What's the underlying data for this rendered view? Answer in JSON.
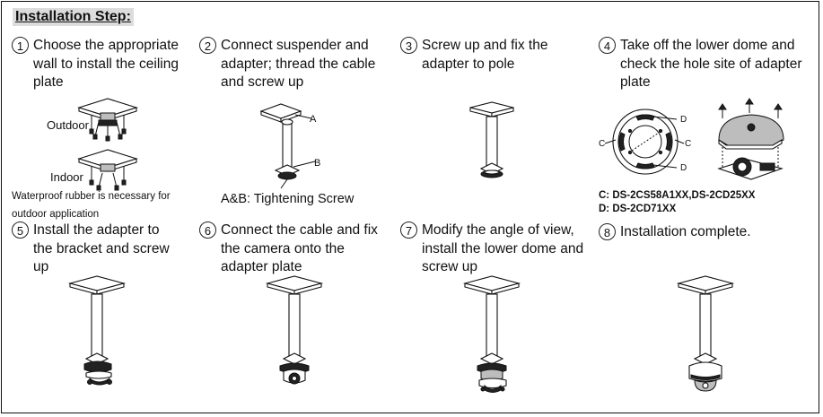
{
  "title": "Installation Step:",
  "steps": [
    {
      "num": "1",
      "text": "Choose the appropriate wall to install the ceiling plate"
    },
    {
      "num": "2",
      "text": "Connect suspender and adapter; thread the cable and screw up"
    },
    {
      "num": "3",
      "text": "Screw up and fix the adapter to pole"
    },
    {
      "num": "4",
      "text": "Take off the lower dome and check the hole site of adapter plate"
    },
    {
      "num": "5",
      "text": "Install the adapter to the bracket and screw up"
    },
    {
      "num": "6",
      "text": "Connect the cable and fix the camera onto the adapter plate"
    },
    {
      "num": "7",
      "text": "Modify the angle of view, install the lower dome and screw up"
    },
    {
      "num": "8",
      "text": "Installation complete."
    }
  ],
  "step1": {
    "outdoor_label": "Outdoor",
    "indoor_label": "Indoor",
    "note_line1": "Waterproof rubber is necessary for",
    "note_line2": "outdoor application"
  },
  "step2": {
    "callout_a": "A",
    "callout_b": "B",
    "caption": "A&B: Tightening Screw"
  },
  "step4": {
    "callout_c": "C",
    "callout_d": "D",
    "model_c": "C: DS-2CS58A1XX,DS-2CD25XX",
    "model_d": "D: DS-2CD71XX"
  }
}
